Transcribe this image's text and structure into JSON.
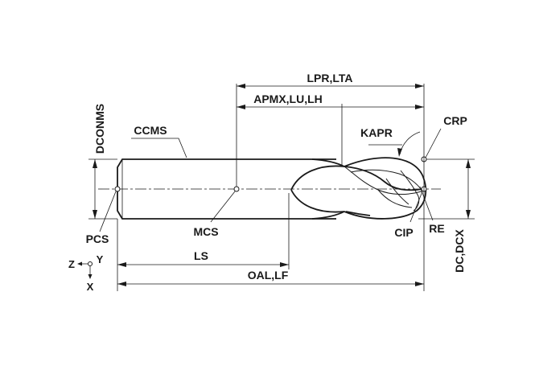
{
  "labels": {
    "lpr_lta": "LPR,LTA",
    "apmx_lu_lh": "APMX,LU,LH",
    "kapr": "KAPR",
    "crp": "CRP",
    "ccms": "CCMS",
    "dconms": "DCONMS",
    "pcs": "PCS",
    "mcs": "MCS",
    "cip": "CIP",
    "re": "RE",
    "ls": "LS",
    "oal_lf": "OAL,LF",
    "dc_dcx": "DC,DCX"
  },
  "axes": {
    "z": "Z",
    "y": "Y",
    "x": "X"
  }
}
